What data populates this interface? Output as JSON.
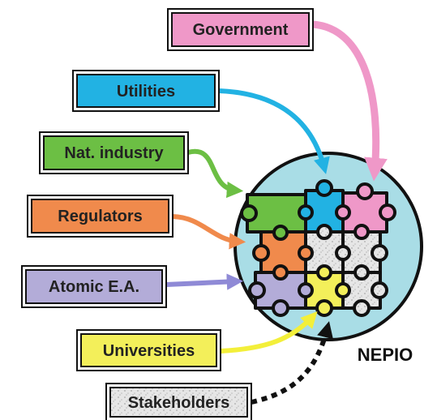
{
  "title": "",
  "center": {
    "label": "NEPIO",
    "fill": "#a9dde6"
  },
  "stakeholders": [
    {
      "label": "Government",
      "color": "#ef98c8"
    },
    {
      "label": "Utilities",
      "color": "#22b2e3"
    },
    {
      "label": "Nat. industry",
      "color": "#6cbf44"
    },
    {
      "label": "Regulators",
      "color": "#f08a4c"
    },
    {
      "label": "Atomic E.A.",
      "color": "#b3acd8"
    },
    {
      "label": "Universities",
      "color": "#f3ef5a"
    },
    {
      "label": "Stakeholders",
      "color": "#dddddd"
    }
  ]
}
